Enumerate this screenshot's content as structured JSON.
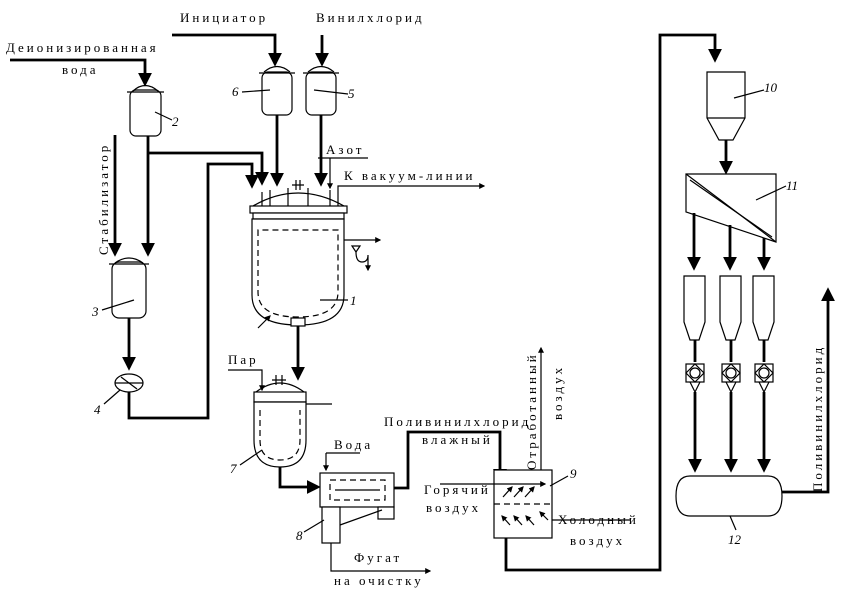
{
  "labels": {
    "initiator": "Инициатор",
    "vinyl_chloride": "Винилхлорид",
    "deionized_water_1": "Деионизированная",
    "deionized_water_2": "вода",
    "stabilizer": "Стабилизатор",
    "nitrogen": "Азот",
    "vacuum_line": "К вакуум-линии",
    "steam": "Пар",
    "water": "Вода",
    "pvc_wet_1": "Поливинилхлорид",
    "pvc_wet_2": "влажный",
    "hot_air_1": "Горячий",
    "hot_air_2": "воздух",
    "cold_air_1": "Холодный",
    "cold_air_2": "воздух",
    "spent_air_1": "Отработанный",
    "spent_air_2": "воздух",
    "fugate_1": "Фугат",
    "fugate_2": "на очистку",
    "pvc_product": "Поливинилхлорид"
  },
  "equipment_numbers": [
    "1",
    "2",
    "3",
    "4",
    "5",
    "6",
    "7",
    "8",
    "9",
    "10",
    "11",
    "12"
  ],
  "colors": {
    "line": "#000000",
    "background": "#ffffff"
  }
}
